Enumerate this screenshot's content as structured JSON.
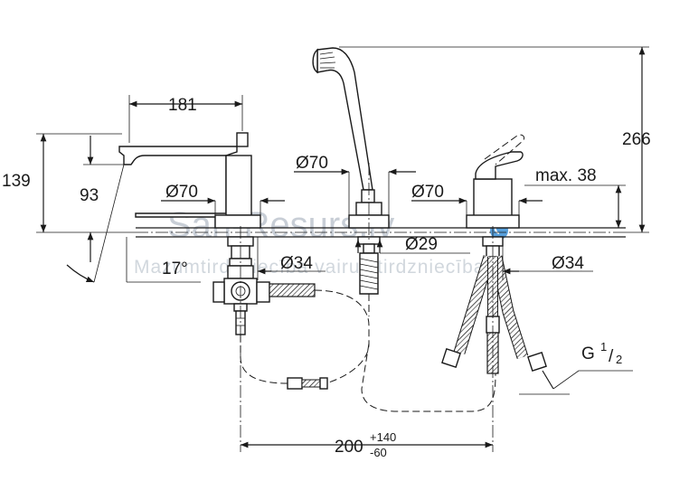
{
  "dimensions": {
    "spout_length": "181",
    "total_height": "266",
    "spout_height": "139",
    "spout_outlet_height": "93",
    "angle": "17°",
    "spout_base_diameter": "Ø70",
    "shower_base_diameter": "Ø70",
    "mixer_base_diameter": "Ø70",
    "max_deck_thickness": "max. 38",
    "spout_hole_diameter": "Ø34",
    "mixer_hole_diameter": "Ø34",
    "shower_hole_diameter": "Ø29",
    "thread_label": "G",
    "thread_numerator": "1",
    "thread_denominator": "2",
    "spacing": "200",
    "spacing_tol_upper": "+140",
    "spacing_tol_lower": "-60"
  },
  "watermark": {
    "brand": "San-Resurs.lv",
    "tagline": "Mazumtirdzniecība vairumtirdzniecība"
  },
  "colors": {
    "line": "#1a1a1a",
    "watermark": "#9aa6b4",
    "drop_blue": "#3b8fd6"
  }
}
